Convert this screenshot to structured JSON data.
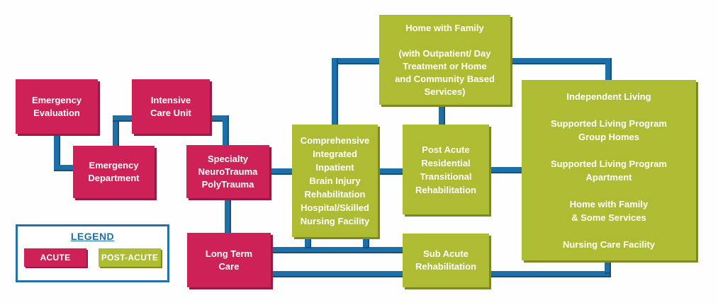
{
  "palette": {
    "background_color": "#fefefe",
    "acute_color": "#cd2157",
    "acute_shadow": "#9a1841",
    "post_acute_color": "#aebc34",
    "post_acute_shadow": "#7e8a21",
    "connector_color": "#1d6fa8",
    "connector_shadow": "#12507e",
    "node_text_color": "#ffffff",
    "legend_border_color": "#2272a8",
    "legend_title_color": "#1d6fa8"
  },
  "nodes": {
    "emergency_evaluation": {
      "type": "acute",
      "label_lines": [
        "Emergency",
        "Evaluation"
      ]
    },
    "intensive_care_unit": {
      "type": "acute",
      "label_lines": [
        "Intensive",
        "Care Unit"
      ]
    },
    "emergency_department": {
      "type": "acute",
      "label_lines": [
        "Emergency",
        "Department"
      ]
    },
    "specialty_neurotrauma_polytrauma": {
      "type": "acute",
      "label_lines": [
        "Specialty",
        "NeuroTrauma",
        "PolyTrauma"
      ]
    },
    "long_term_care": {
      "type": "acute",
      "label_lines": [
        "Long Term",
        "Care"
      ]
    },
    "comprehensive_rehabilitation": {
      "type": "post_acute",
      "label_lines": [
        "Comprehensive",
        "Integrated",
        "Inpatient",
        "Brain Injury",
        "Rehabilitation",
        "Hospital/Skilled",
        "Nursing Facility"
      ]
    },
    "home_with_family": {
      "type": "post_acute",
      "label_lines": [
        "Home with Family",
        "",
        "(with Outpatient/ Day",
        "Treatment or Home",
        "and  Community Based",
        "Services)"
      ]
    },
    "post_acute_residential": {
      "type": "post_acute",
      "label_lines": [
        "Post Acute",
        "Residential",
        "Transitional",
        "Rehabilitation"
      ]
    },
    "sub_acute_rehabilitation": {
      "type": "post_acute",
      "label_lines": [
        "Sub Acute",
        "Rehabilitation"
      ]
    },
    "independent_living_group": {
      "type": "post_acute",
      "label_lines": [
        "Independent Living",
        "",
        "Supported Living Program",
        "Group Homes",
        "",
        "Supported Living Program",
        "Apartment",
        "",
        "Home with Family",
        "& Some Services",
        "",
        "Nursing Care Facility"
      ]
    }
  },
  "legend": {
    "title": "LEGEND",
    "items": [
      {
        "label": "ACUTE",
        "type": "acute"
      },
      {
        "label": "POST-ACUTE",
        "type": "post_acute"
      }
    ]
  }
}
